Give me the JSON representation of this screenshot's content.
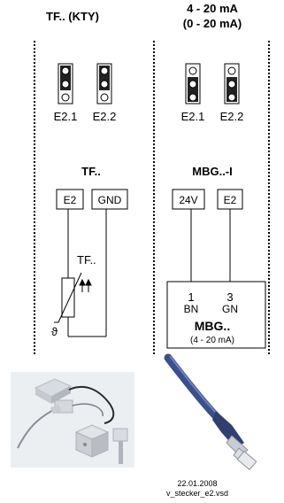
{
  "left_section": {
    "title": "TF.. (KTY)",
    "jumper_1_label": "E2.1",
    "jumper_2_label": "E2.2",
    "device_label": "TF..",
    "terminal_1": "E2",
    "terminal_2": "GND",
    "sensor_label": "TF..",
    "sensor_symbol": "ϑ"
  },
  "right_section": {
    "title_line_1": "4 - 20 mA",
    "title_line_2": "(0 - 20 mA)",
    "jumper_1_label": "E2.1",
    "jumper_2_label": "E2.2",
    "device_label": "MBG..-I",
    "terminal_1": "24V",
    "terminal_2": "E2",
    "pin_1_number": "1",
    "pin_1_code": "BN",
    "pin_3_number": "3",
    "pin_3_code": "GN",
    "module_name": "MBG..",
    "module_range": "(4 - 20 mA)"
  },
  "footer": {
    "date": "22.01.2008",
    "filename": "v_stecker_e2.vsd"
  },
  "colors": {
    "line": "#000000",
    "photo_background": "#eceff2",
    "cable_blue": "#3a4f8c"
  },
  "icons": {
    "product_photo_left": "sensor-housings-photo",
    "product_photo_right": "connector-plug-photo"
  }
}
